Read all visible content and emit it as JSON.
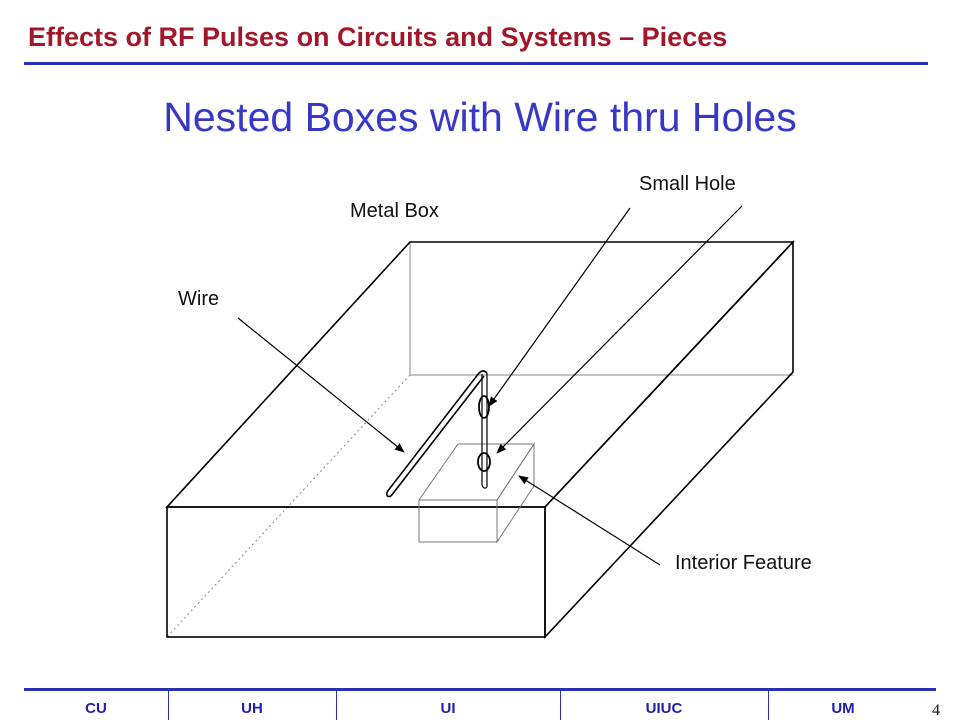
{
  "header": {
    "title": "Effects of RF Pulses on Circuits and Systems – Pieces"
  },
  "slide": {
    "title": "Nested Boxes with Wire thru Holes"
  },
  "diagram": {
    "labels": {
      "small_hole": "Small Hole",
      "metal_box": "Metal Box",
      "wire": "Wire",
      "interior_feature": "Interior Feature"
    }
  },
  "footer": {
    "cells": [
      "CU",
      "UH",
      "UI",
      "UIUC",
      "UM"
    ],
    "page_number": "4"
  },
  "colors": {
    "header_title": "#a0182a",
    "slide_title": "#3838c8",
    "rule": "#2b2fb8",
    "footer_text": "#2020a8"
  }
}
